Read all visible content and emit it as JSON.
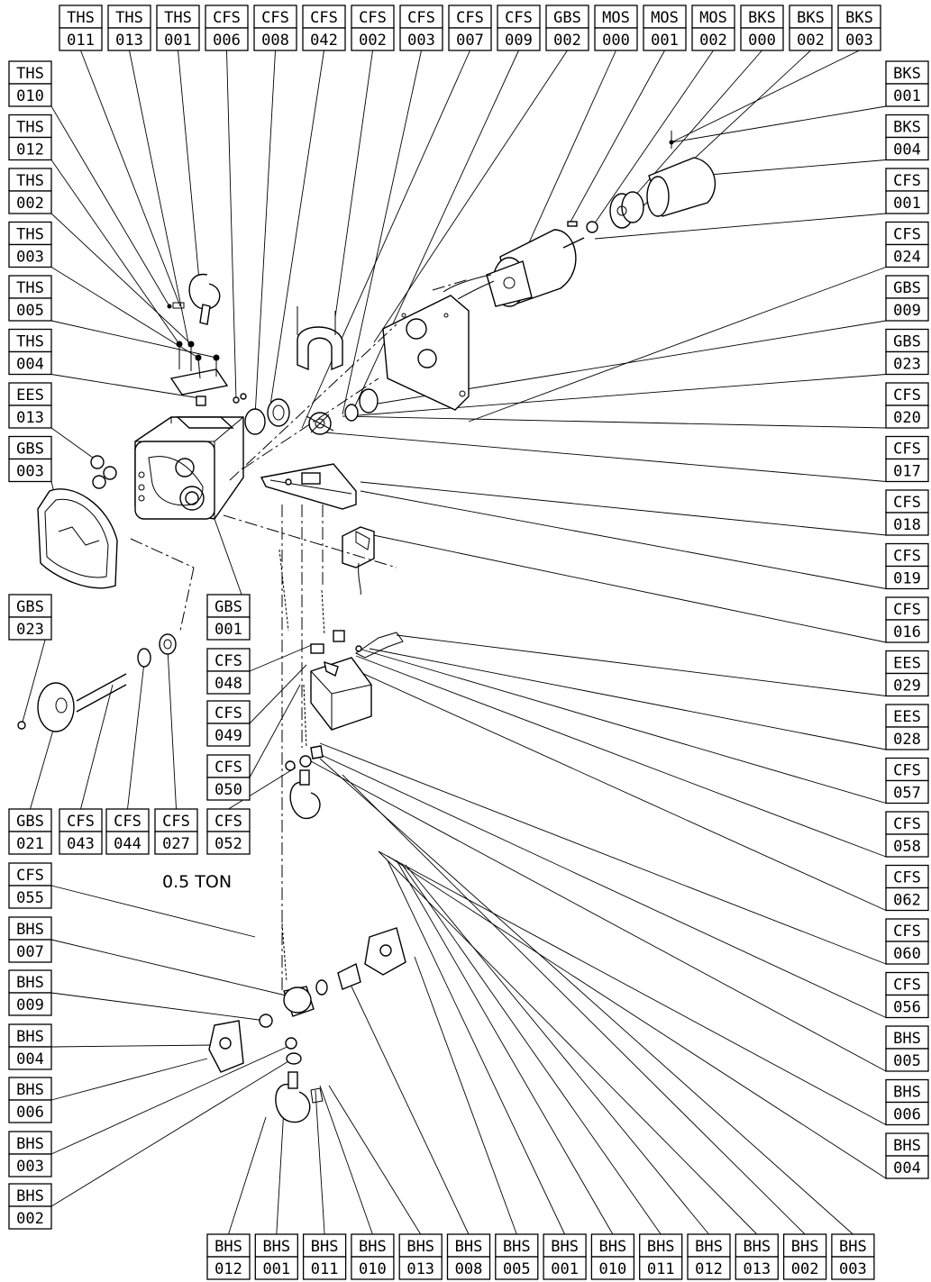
{
  "caption": "0.5 TON",
  "labels": {
    "top": [
      [
        "THS",
        "011"
      ],
      [
        "THS",
        "013"
      ],
      [
        "THS",
        "001"
      ],
      [
        "CFS",
        "006"
      ],
      [
        "CFS",
        "008"
      ],
      [
        "CFS",
        "042"
      ],
      [
        "CFS",
        "002"
      ],
      [
        "CFS",
        "003"
      ],
      [
        "CFS",
        "007"
      ],
      [
        "CFS",
        "009"
      ],
      [
        "GBS",
        "002"
      ],
      [
        "MOS",
        "000"
      ],
      [
        "MOS",
        "001"
      ],
      [
        "MOS",
        "002"
      ],
      [
        "BKS",
        "000"
      ],
      [
        "BKS",
        "002"
      ],
      [
        "BKS",
        "003"
      ]
    ],
    "left": [
      [
        "THS",
        "010"
      ],
      [
        "THS",
        "012"
      ],
      [
        "THS",
        "002"
      ],
      [
        "THS",
        "003"
      ],
      [
        "THS",
        "005"
      ],
      [
        "THS",
        "004"
      ],
      [
        "EES",
        "013"
      ],
      [
        "GBS",
        "003"
      ]
    ],
    "right": [
      [
        "BKS",
        "001"
      ],
      [
        "BKS",
        "004"
      ],
      [
        "CFS",
        "001"
      ],
      [
        "CFS",
        "024"
      ],
      [
        "GBS",
        "009"
      ],
      [
        "GBS",
        "023"
      ],
      [
        "CFS",
        "020"
      ],
      [
        "CFS",
        "017"
      ],
      [
        "CFS",
        "018"
      ],
      [
        "CFS",
        "019"
      ],
      [
        "CFS",
        "016"
      ],
      [
        "EES",
        "029"
      ],
      [
        "EES",
        "028"
      ],
      [
        "CFS",
        "057"
      ],
      [
        "CFS",
        "058"
      ],
      [
        "CFS",
        "062"
      ],
      [
        "CFS",
        "060"
      ],
      [
        "CFS",
        "056"
      ],
      [
        "BHS",
        "005"
      ],
      [
        "BHS",
        "006"
      ],
      [
        "BHS",
        "004"
      ]
    ],
    "mid": [
      [
        "GBS",
        "023"
      ],
      [
        "GBS",
        "001"
      ],
      [
        "CFS",
        "048"
      ],
      [
        "CFS",
        "049"
      ],
      [
        "CFS",
        "050"
      ],
      [
        "GBS",
        "021"
      ],
      [
        "CFS",
        "043"
      ],
      [
        "CFS",
        "044"
      ],
      [
        "CFS",
        "027"
      ],
      [
        "CFS",
        "052"
      ],
      [
        "CFS",
        "055"
      ],
      [
        "BHS",
        "007"
      ],
      [
        "BHS",
        "009"
      ],
      [
        "BHS",
        "004"
      ],
      [
        "BHS",
        "006"
      ],
      [
        "BHS",
        "003"
      ],
      [
        "BHS",
        "002"
      ]
    ],
    "bottom": [
      [
        "BHS",
        "012"
      ],
      [
        "BHS",
        "001"
      ],
      [
        "BHS",
        "011"
      ],
      [
        "BHS",
        "010"
      ],
      [
        "BHS",
        "013"
      ],
      [
        "BHS",
        "008"
      ],
      [
        "BHS",
        "005"
      ],
      [
        "BHS",
        "001"
      ],
      [
        "BHS",
        "010"
      ],
      [
        "BHS",
        "011"
      ],
      [
        "BHS",
        "012"
      ],
      [
        "BHS",
        "013"
      ],
      [
        "BHS",
        "002"
      ],
      [
        "BHS",
        "003"
      ]
    ]
  }
}
